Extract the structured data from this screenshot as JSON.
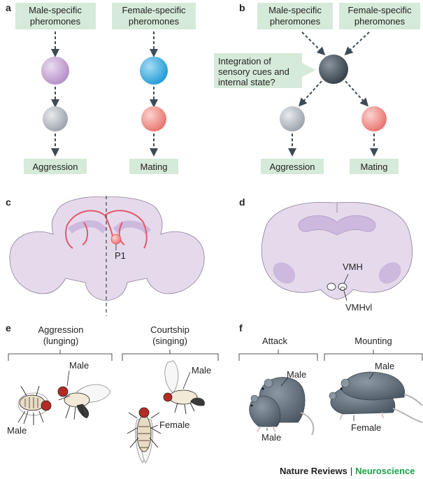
{
  "colors": {
    "box_fill": "#d5ead9",
    "arrow": "#3d4b57",
    "male_circle": "#c7a3d4",
    "female_circle": "#38aee3",
    "aggression_circle": "#aeb4bb",
    "mating_circle": "#ef8c86",
    "integration_circle": "#4b5660",
    "brain_fill": "#e5daec",
    "brain_inner": "#cdb8de",
    "circuit": "#e15a6a",
    "mouse": "#5d6b78",
    "neuroscience_green": "#21a04a"
  },
  "panel_a": {
    "label": "a",
    "male_input": [
      "Male-specific",
      "pheromones"
    ],
    "female_input": [
      "Female-specific",
      "pheromones"
    ],
    "output_left": "Aggression",
    "output_right": "Mating"
  },
  "panel_b": {
    "label": "b",
    "male_input": [
      "Male-specific",
      "pheromones"
    ],
    "female_input": [
      "Female-specific",
      "pheromones"
    ],
    "integration": [
      "Integration of",
      "sensory cues and",
      "internal state?"
    ],
    "output_left": "Aggression",
    "output_right": "Mating"
  },
  "panel_c": {
    "label": "c",
    "neuron": "P1"
  },
  "panel_d": {
    "label": "d",
    "region_top": "VMH",
    "region_bottom": "VMHvl"
  },
  "panel_e": {
    "label": "e",
    "left_title": [
      "Aggression",
      "(lunging)"
    ],
    "right_title": [
      "Courtship",
      "(singing)"
    ],
    "left_fly_top": "Male",
    "left_fly_bottom": "Male",
    "right_fly_top": "Male",
    "right_fly_bottom": "Female"
  },
  "panel_f": {
    "label": "f",
    "left_title": "Attack",
    "right_title": "Mounting",
    "left_top": "Male",
    "left_bottom": "Male",
    "right_top": "Male",
    "right_bottom": "Female"
  },
  "footer": {
    "journal": "Nature Reviews",
    "separator": "|",
    "field": "Neuroscience"
  }
}
